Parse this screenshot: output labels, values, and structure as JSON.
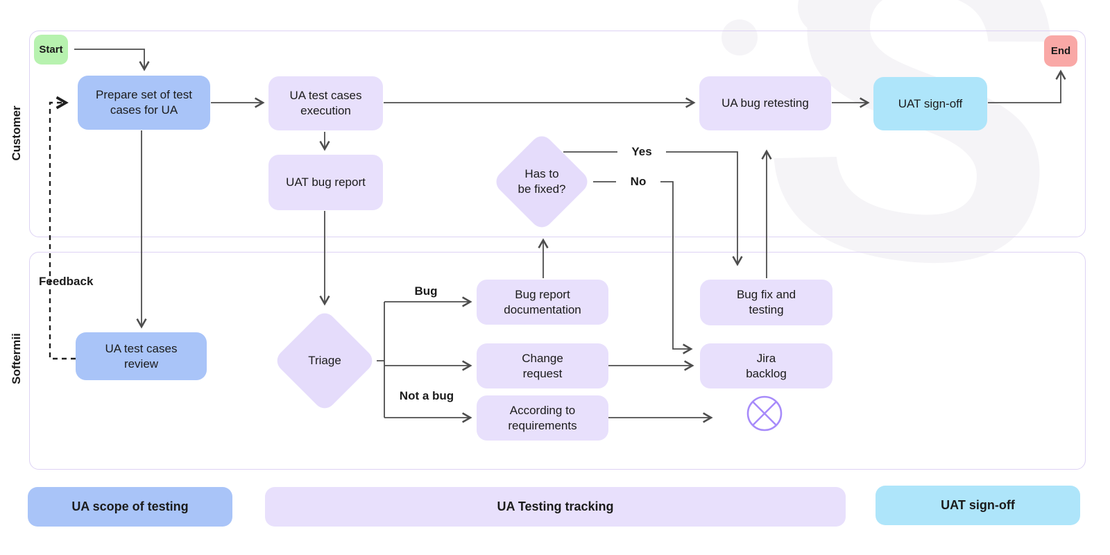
{
  "colors": {
    "blue_node": "#a9c4f8",
    "purple_node": "#e8e0fc",
    "decision_node": "#e5dcfb",
    "cyan_node": "#aee5fa",
    "green_node": "#b7f2af",
    "red_node": "#f9a8a6",
    "lane_border": "#ddd2f4",
    "arrow": "#4d4d4d",
    "feedback_arrow": "#1f1f1f",
    "text": "#1b1b1b",
    "watermark": "#f5f4f7",
    "cross_icon": "#a78bfa"
  },
  "lanes": [
    {
      "label": "Customer"
    },
    {
      "label": "Softermii"
    }
  ],
  "nodes": {
    "start": {
      "label": "Start"
    },
    "prepare": {
      "label": "Prepare set of test\ncases for UA"
    },
    "execution": {
      "label": "UA test cases\nexecution"
    },
    "uat_bug_report": {
      "label": "UAT bug report"
    },
    "has_to_be_fixed": {
      "label": "Has to\nbe fixed?"
    },
    "ua_bug_retesting": {
      "label": "UA bug retesting"
    },
    "uat_sign_off": {
      "label": "UAT sign-off"
    },
    "end": {
      "label": "End"
    },
    "review": {
      "label": "UA test cases\nreview"
    },
    "triage": {
      "label": "Triage"
    },
    "bug_report_documentation": {
      "label": "Bug report\ndocumentation"
    },
    "change_request": {
      "label": "Change\nrequest"
    },
    "according_to_requirements": {
      "label": "According to\nrequirements"
    },
    "bug_fix_and_testing": {
      "label": "Bug fix and\ntesting"
    },
    "jira_backlog": {
      "label": "Jira\nbacklog"
    }
  },
  "edge_labels": {
    "feedback": "Feedback",
    "bug": "Bug",
    "not_a_bug": "Not a bug",
    "yes": "Yes",
    "no": "No"
  },
  "phases": [
    {
      "label": "UA scope of testing"
    },
    {
      "label": "UA Testing tracking"
    },
    {
      "label": "UAT sign-off"
    }
  ],
  "watermark": {
    "letter": "S"
  }
}
